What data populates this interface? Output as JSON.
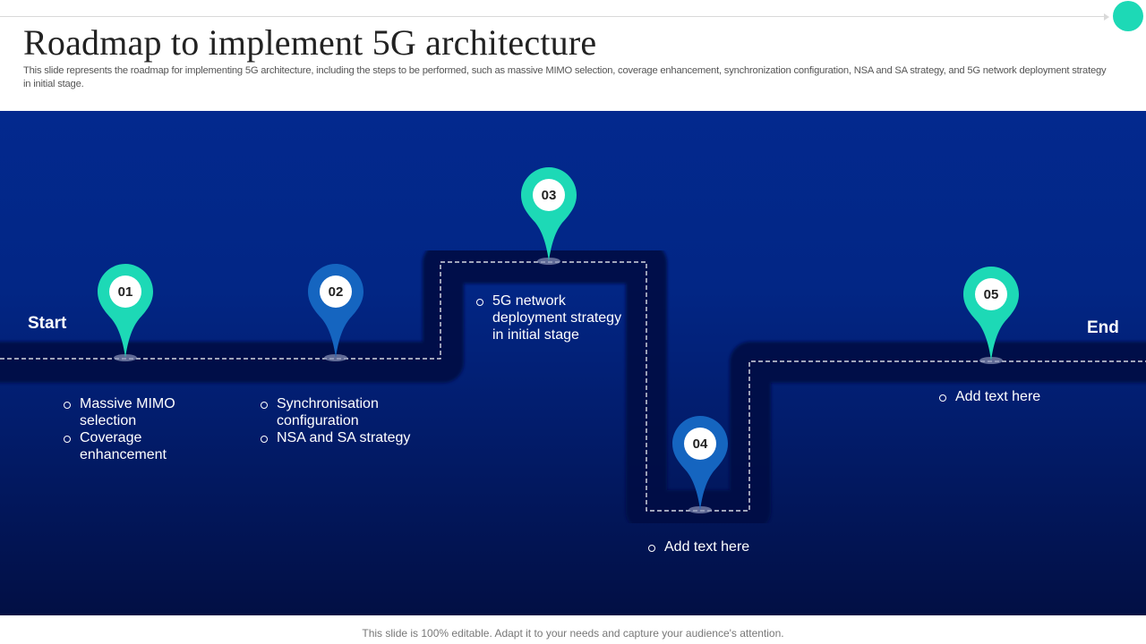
{
  "header": {
    "title": "Roadmap to implement 5G architecture",
    "subtitle": "This slide represents the roadmap for implementing 5G architecture, including the steps to be performed, such as massive MIMO  selection, coverage enhancement, synchronization configuration, NSA and SA strategy, and 5G network deployment strategy in initial stage."
  },
  "roadmap": {
    "start_label": "Start",
    "end_label": "End",
    "colors": {
      "teal": "#1dd9b6",
      "blue": "#1565c0",
      "road": "#020f45",
      "panel_top": "#03298e",
      "panel_bottom": "#020f44"
    },
    "milestones": [
      {
        "number": "01",
        "color": "teal",
        "items": [
          "Massive MIMO selection",
          "Coverage enhancement"
        ]
      },
      {
        "number": "02",
        "color": "blue",
        "items": [
          "Synchronisation configuration",
          "NSA and SA strategy"
        ]
      },
      {
        "number": "03",
        "color": "teal",
        "items": [
          "5G network deployment strategy in initial stage"
        ]
      },
      {
        "number": "04",
        "color": "blue",
        "items": [
          "Add text here"
        ]
      },
      {
        "number": "05",
        "color": "teal",
        "items": [
          "Add text here"
        ]
      }
    ]
  },
  "footer": {
    "text": "This slide is 100% editable. Adapt it to your needs and capture your audience's attention."
  }
}
